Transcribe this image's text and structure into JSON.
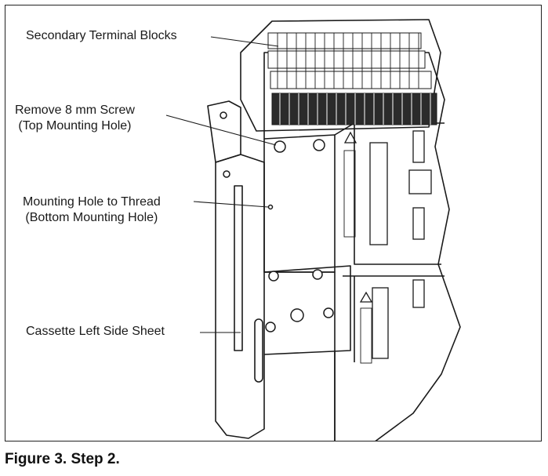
{
  "callouts": {
    "secondary_terminal_blocks": "Secondary Terminal Blocks",
    "remove_screw_line1": "Remove 8 mm Screw",
    "remove_screw_line2": "(Top Mounting Hole)",
    "mounting_hole_line1": "Mounting Hole to Thread",
    "mounting_hole_line2": "(Bottom Mounting Hole)",
    "cassette_side_sheet": "Cassette Left Side Sheet"
  },
  "caption": "Figure 3. Step 2.",
  "colors": {
    "line": "#1a1a1a",
    "shade": "#9a9a9a",
    "background": "#ffffff"
  }
}
